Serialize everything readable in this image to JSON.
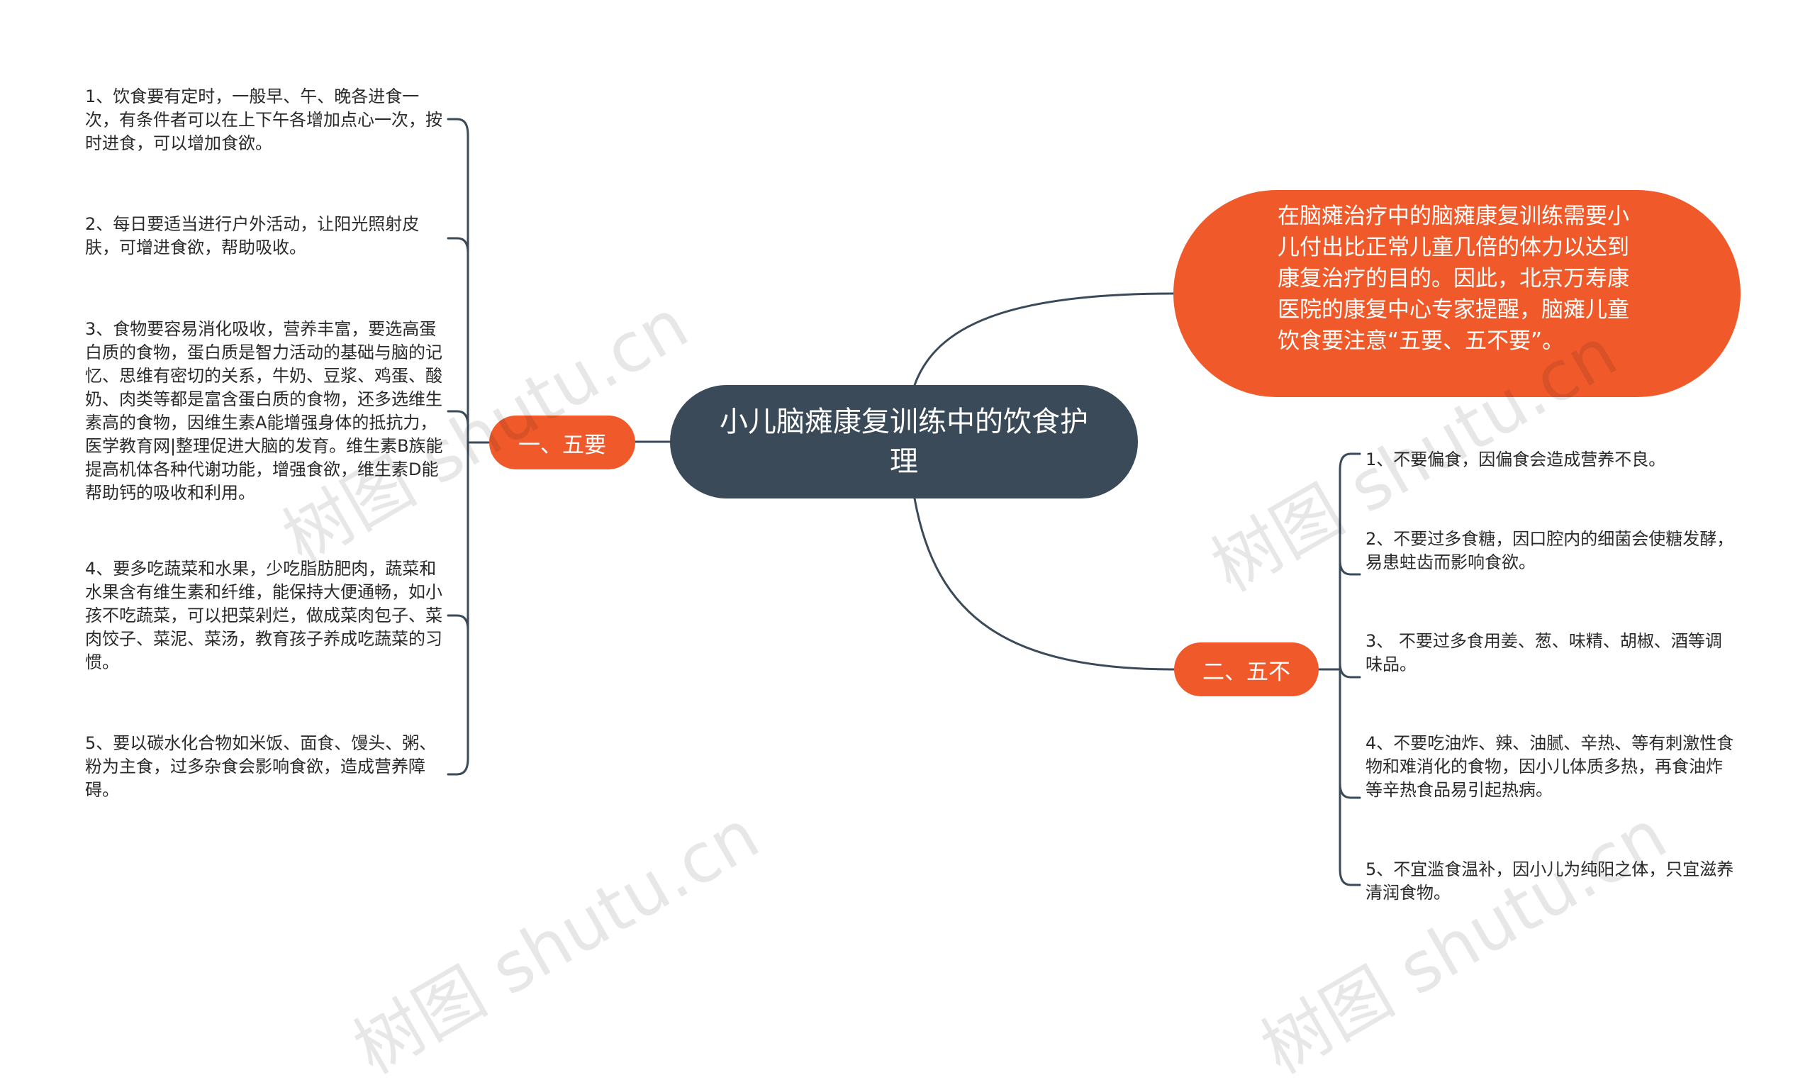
{
  "root": {
    "title": "小儿脑瘫康复训练中的饮食护理"
  },
  "intro": {
    "text": "在脑瘫治疗中的脑瘫康复训练需要小儿付出比正常儿童几倍的体力以达到康复治疗的目的。因此，北京万寿康医院的康复中心专家提醒，脑瘫儿童饮食要注意“五要、五不要”。"
  },
  "branches": [
    {
      "label": "一、五要",
      "items": [
        "1、饮食要有定时，一般早、午、晚各进食一次，有条件者可以在上下午各增加点心一次，按时进食，可以增加食欲。",
        "2、每日要适当进行户外活动，让阳光照射皮肤，可增进食欲，帮助吸收。",
        "3、食物要容易消化吸收，营养丰富，要选高蛋白质的食物，蛋白质是智力活动的基础与脑的记忆、思维有密切的关系，牛奶、豆浆、鸡蛋、酸奶、肉类等都是富含蛋白质的食物，还多选维生素高的食物，因维生素A能增强身体的抵抗力，医学教育网|整理促进大脑的发育。维生素B族能提高机体各种代谢功能，增强食欲，维生素D能帮助钙的吸收和利用。",
        "4、要多吃蔬菜和水果，少吃脂肪肥肉，蔬菜和水果含有维生素和纤维，能保持大便通畅，如小孩不吃蔬菜，可以把菜剁烂，做成菜肉包子、菜肉饺子、菜泥、菜汤，教育孩子养成吃蔬菜的习惯。",
        "5、要以碳水化合物如米饭、面食、馒头、粥、粉为主食，过多杂食会影响食欲，造成营养障碍。"
      ]
    },
    {
      "label": "二、五不",
      "items": [
        "1、不要偏食，因偏食会造成营养不良。",
        "2、不要过多食糖，因口腔内的细菌会使糖发酵，易患蛀齿而影响食欲。",
        "3、 不要过多食用姜、葱、味精、胡椒、酒等调味品。",
        "4、不要吃油炸、辣、油腻、辛热、等有刺激性食物和难消化的食物，因小儿体质多热，再食油炸等辛热食品易引起热病。",
        "5、不宜滥食温补，因小儿为纯阳之体，只宜滋养清润食物。"
      ]
    }
  ],
  "watermarks": [
    "树图 shutu.cn",
    "树图 shutu.cn",
    "树图 shutu.cn",
    "树图 shutu.cn"
  ],
  "colors": {
    "root": "#3a4a58",
    "accent": "#f05a2b",
    "line": "#3a4a58",
    "leaf_text": "#2a2a2a"
  }
}
